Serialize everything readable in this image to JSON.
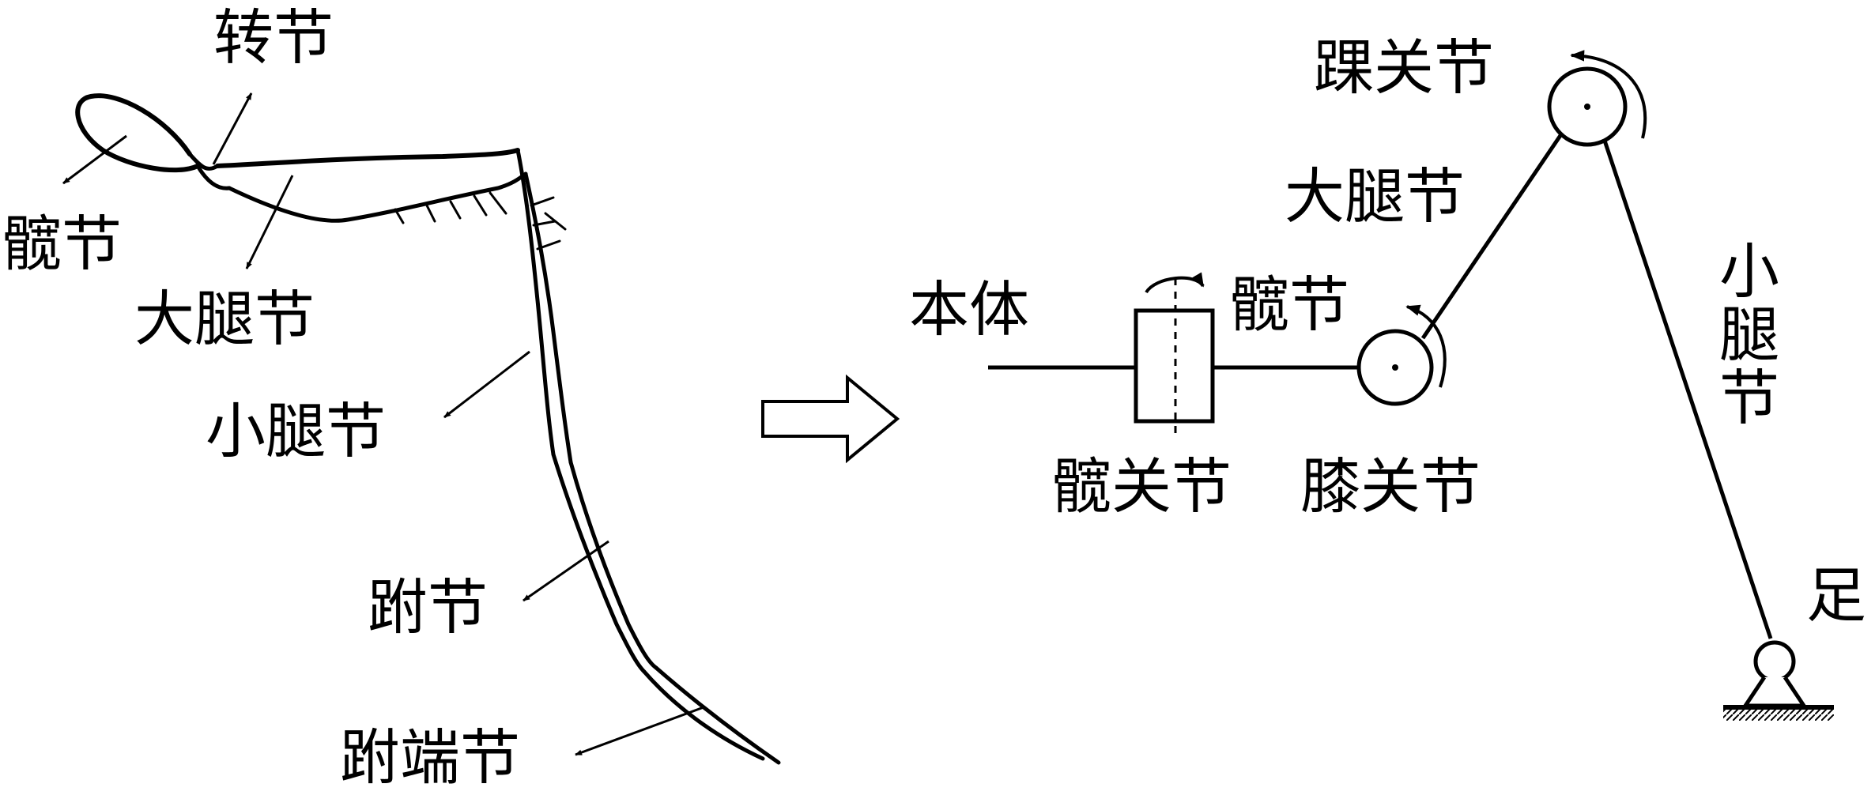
{
  "colors": {
    "ink": "#000000",
    "background": "#ffffff"
  },
  "insect_leg": {
    "labels": {
      "trochanter": "转节",
      "coxa": "髋节",
      "femur": "大腿节",
      "tibia": "小腿节",
      "tarsus": "跗节",
      "tarsal_tip": "跗端节"
    }
  },
  "mechanism": {
    "labels": {
      "ankle_joint": "踝关节",
      "thigh": "大腿节",
      "body": "本体",
      "coxa": "髋节",
      "hip_joint": "髋关节",
      "knee_joint": "膝关节",
      "shank_chars": [
        "小",
        "腿",
        "节"
      ],
      "foot": "足"
    }
  }
}
